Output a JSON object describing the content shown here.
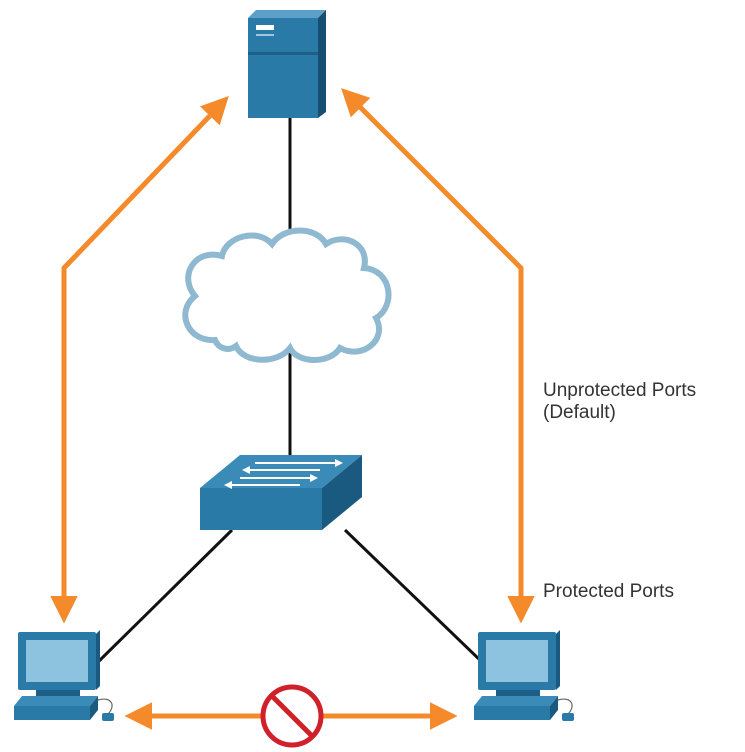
{
  "labels": {
    "unprotected_line1": "Unprotected Ports",
    "unprotected_line2": "(Default)",
    "protected": "Protected Ports"
  },
  "icons": {
    "server": "server-icon",
    "cloud": "cloud-icon",
    "switch": "switch-icon",
    "pc_left": "pc-icon",
    "pc_right": "pc-icon",
    "blocked": "no-entry-icon"
  },
  "colors": {
    "device_blue": "#2a7aa8",
    "device_dark": "#1d5f86",
    "arrow_orange": "#f58a2a",
    "link_black": "#111111",
    "blocked_red": "#d0202a",
    "cloud_outline": "#8fb9d0"
  }
}
